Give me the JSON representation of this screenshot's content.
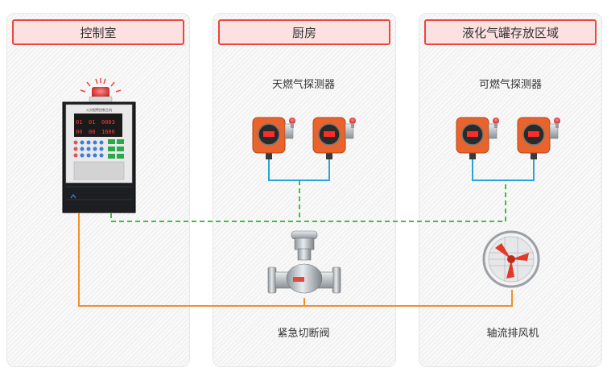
{
  "panels": [
    {
      "title": "控制室"
    },
    {
      "title": "厨房"
    },
    {
      "title": "液化气罐存放区域"
    }
  ],
  "labels": {
    "kitchen_detector": "天燃气探测器",
    "lpg_detector": "可燃气探测器",
    "valve": "紧急切断阀",
    "fan": "轴流排风机"
  },
  "controller": {
    "header_text": "火灾报警控制主机",
    "display_values": [
      "01",
      "01",
      "0003",
      "00",
      "00",
      "1606"
    ]
  },
  "colors": {
    "header_border": "#e8473f",
    "header_fill": "#fde1e1",
    "signal_line": "#2ba4d8",
    "network_line": "#3ec13e",
    "power_line": "#f18f2c",
    "detector_body": "#e8642c"
  }
}
